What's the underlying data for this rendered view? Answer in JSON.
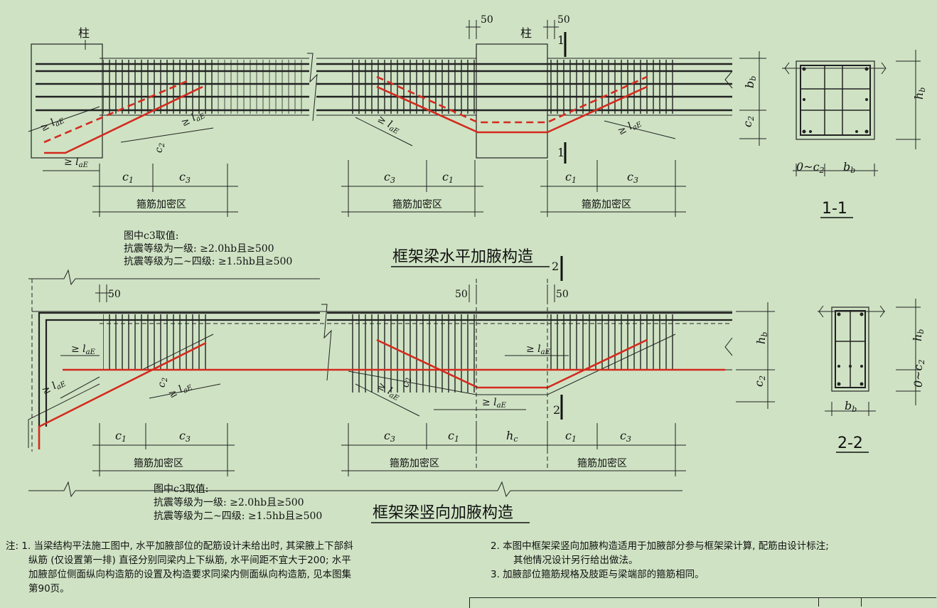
{
  "labels": {
    "column": "柱",
    "dim_50": "50",
    "section_1": "1",
    "section_2": "2",
    "anchorage": "≥ l",
    "anchorage_sub": "aE",
    "c1": "c",
    "c1_sub": "1",
    "c2": "c",
    "c2_sub": "2",
    "c3": "c",
    "c3_sub": "3",
    "hb": "h",
    "hb_sub": "b",
    "bb": "b",
    "bb_sub": "b",
    "hc": "h",
    "hc_sub": "c",
    "zero_c2": "0~c",
    "stirrup_zone": "箍筋加密区"
  },
  "top_diagram": {
    "title": "框架梁水平加腋构造",
    "c3_note_title": "图中c3取值:",
    "c3_note_grade1": "抗震等级为一级: ≥2.0hb且≥500",
    "c3_note_grade2": "抗震等级为二~四级: ≥1.5hb且≥500"
  },
  "bottom_diagram": {
    "title": "框架梁竖向加腋构造",
    "c3_note_title": "图中c3取值:",
    "c3_note_grade1": "抗震等级为一级: ≥2.0hb且≥500",
    "c3_note_grade2": "抗震等级为二~四级: ≥1.5hb且≥500"
  },
  "section_1_1": {
    "label": "1-1"
  },
  "section_2_2": {
    "label": "2-2"
  },
  "notes": {
    "n1_l1": "注: 1. 当梁结构平法施工图中, 水平加腋部位的配筋设计未给出时, 其梁腋上下部斜",
    "n1_l2": "纵筋 (仅设置第一排) 直径分别同梁内上下纵筋, 水平间距不宜大于200; 水平",
    "n1_l3": "加腋部位侧面纵向构造筋的设置及构造要求同梁内侧面纵向构造筋, 见本图集",
    "n1_l4": "第90页。",
    "n2_l1": "2. 本图中框架梁竖向加腋构造适用于加腋部分参与框架梁计算, 配筋由设计标注;",
    "n2_l2": "其他情况设计另行给出做法。",
    "n3_l1": "3. 加腋部位箍筋规格及肢距与梁端部的箍筋相同。"
  },
  "colors": {
    "background": "#cfe3c4",
    "line": "#1a1a1a",
    "red_bar": "#d42a1f"
  }
}
